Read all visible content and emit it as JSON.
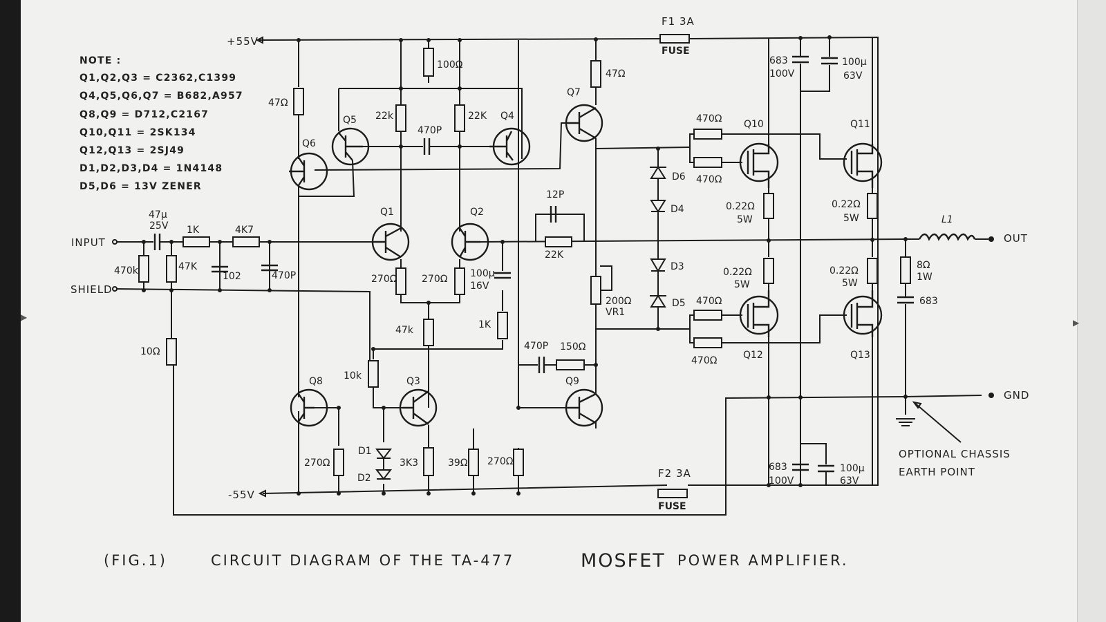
{
  "notes": {
    "heading": "NOTE :",
    "lines": [
      "Q1,Q2,Q3 = C2362,C1399",
      "Q4,Q5,Q6,Q7 = B682,A957",
      "Q8,Q9 = D712,C2167",
      "Q10,Q11 = 2SK134",
      "Q12,Q13 = 2SJ49",
      "D1,D2,D3,D4 = 1N4148",
      "D5,D6 = 13V ZENER"
    ]
  },
  "rails": {
    "positive": "+55V",
    "negative": "-55V"
  },
  "terminals": {
    "input": "INPUT",
    "shield": "SHIELD",
    "output": "OUT",
    "ground": "GND"
  },
  "fuses": [
    {
      "name": "F1 3A",
      "type": "FUSE"
    },
    {
      "name": "F2 3A",
      "type": "FUSE"
    }
  ],
  "transistors": [
    "Q1",
    "Q2",
    "Q3",
    "Q4",
    "Q5",
    "Q6",
    "Q7",
    "Q8",
    "Q9",
    "Q10",
    "Q11",
    "Q12",
    "Q13"
  ],
  "diodes": [
    "D1",
    "D2",
    "D3",
    "D4",
    "D5",
    "D6"
  ],
  "input_network": {
    "cap": "47µ",
    "cap_v": "25V",
    "r_series1": "1K",
    "r_series2": "4K7",
    "r_shunt1": "470k",
    "r_shunt2": "47K",
    "c_shunt1": "102",
    "c_shunt2": "470P",
    "r_shield": "10Ω"
  },
  "components": {
    "r_q6_bias": "47Ω",
    "r_top": "100Ω",
    "r_q5": "22k",
    "r_q4": "22K",
    "c_miller": "470P",
    "r_q7": "47Ω",
    "c_fb": "12P",
    "r_fb": "22K",
    "r_e1": "270Ω",
    "r_e2": "270Ω",
    "c_fb_dc": "100µ",
    "c_fb_dc_v": "16V",
    "r_tail": "47k",
    "r_fb_1k": "1K",
    "r_10k": "10k",
    "vr": "200Ω",
    "vr_name": "VR1",
    "c_zobel_q9": "470P",
    "r_zobel_q9": "150Ω",
    "r_q8": "270Ω",
    "r_3k3": "3K3",
    "r_39": "39Ω",
    "r_270b": "270Ω",
    "gate_r": [
      "470Ω",
      "470Ω",
      "470Ω",
      "470Ω"
    ],
    "source_r": [
      {
        "value": "0.22Ω",
        "watt": "5W"
      },
      {
        "value": "0.22Ω",
        "watt": "5W"
      },
      {
        "value": "0.22Ω",
        "watt": "5W"
      },
      {
        "value": "0.22Ω",
        "watt": "5W"
      }
    ],
    "supply_caps_top": [
      {
        "value": "683",
        "volt": "100V"
      },
      {
        "value": "100µ",
        "volt": "63V"
      }
    ],
    "supply_caps_bottom": [
      {
        "value": "683",
        "volt": "100V"
      },
      {
        "value": "100µ",
        "volt": "63V"
      }
    ],
    "inductor": "L1",
    "zobel_r": "8Ω",
    "zobel_r_w": "1W",
    "zobel_c": "683"
  },
  "annotation": {
    "line1": "OPTIONAL  CHASSIS",
    "line2": "EARTH  POINT"
  },
  "caption": {
    "fig": "(FIG.1)",
    "text1": "CIRCUIT  DIAGRAM  OF  THE  TA-477",
    "bold": "MOSFET",
    "text2": "POWER  AMPLIFIER."
  }
}
